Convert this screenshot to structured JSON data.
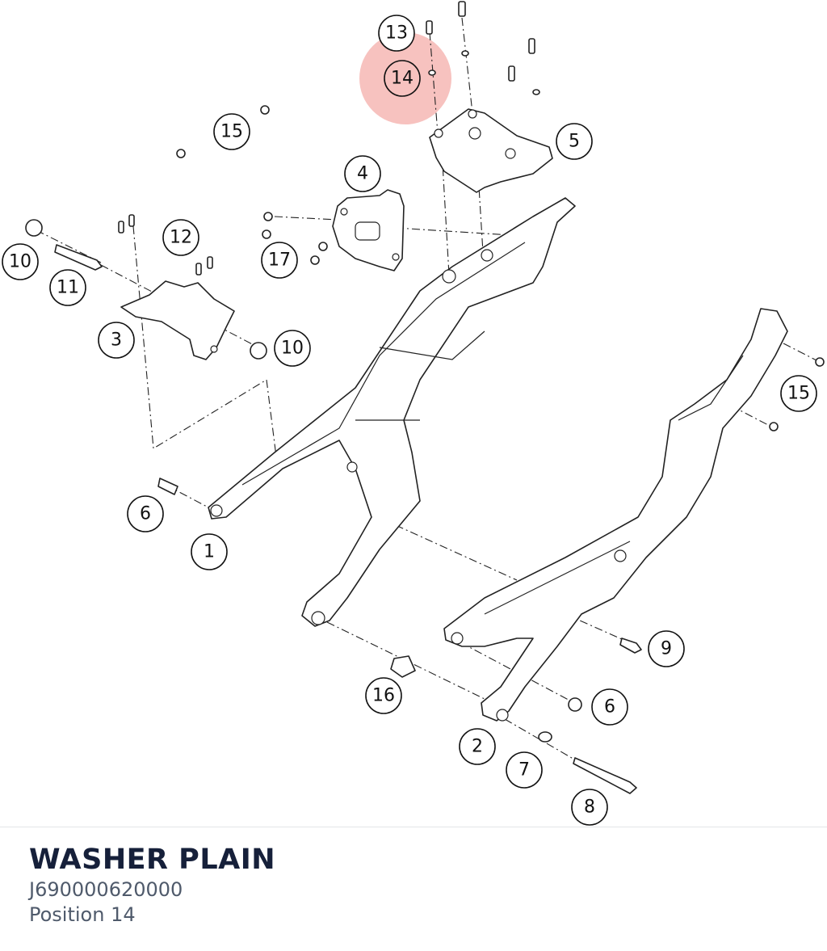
{
  "diagram": {
    "highlight_color": "#f0908a",
    "callouts": [
      {
        "id": "c13",
        "label": "13"
      },
      {
        "id": "c14",
        "label": "14",
        "highlighted": true
      },
      {
        "id": "c15a",
        "label": "15"
      },
      {
        "id": "c5",
        "label": "5"
      },
      {
        "id": "c4",
        "label": "4"
      },
      {
        "id": "c12",
        "label": "12"
      },
      {
        "id": "c10a",
        "label": "10"
      },
      {
        "id": "c11",
        "label": "11"
      },
      {
        "id": "c17",
        "label": "17"
      },
      {
        "id": "c3",
        "label": "3"
      },
      {
        "id": "c10b",
        "label": "10"
      },
      {
        "id": "c15b",
        "label": "15"
      },
      {
        "id": "c6a",
        "label": "6"
      },
      {
        "id": "c1",
        "label": "1"
      },
      {
        "id": "c9",
        "label": "9"
      },
      {
        "id": "c16",
        "label": "16"
      },
      {
        "id": "c6b",
        "label": "6"
      },
      {
        "id": "c2",
        "label": "2"
      },
      {
        "id": "c7",
        "label": "7"
      },
      {
        "id": "c8",
        "label": "8"
      }
    ]
  },
  "part_info": {
    "name": "WASHER PLAIN",
    "number": "J690000620000",
    "position": "Position 14",
    "title_color": "#16203a",
    "text_color": "#4f5a6b",
    "divider_color": "#e3e5e8"
  }
}
